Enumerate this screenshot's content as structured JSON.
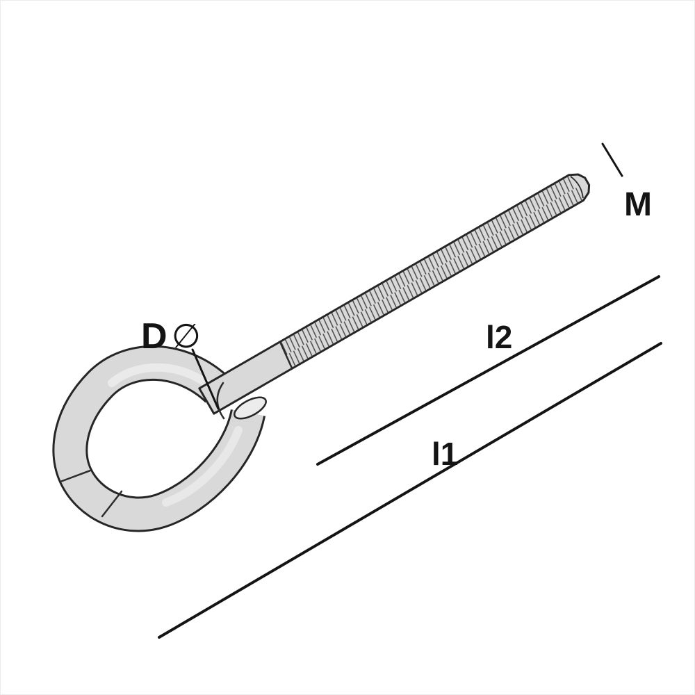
{
  "diagram": {
    "type": "technical-drawing",
    "subject": "eye bolt (screw eye) with metric threaded shaft",
    "labels": {
      "thread_size": "M",
      "diameter_letter": "D",
      "diameter_symbol": "∅",
      "total_length": "l1",
      "thread_length": "l2"
    },
    "colors": {
      "background": "#ffffff",
      "outline": "#262626",
      "metal_fill": "#d9d9d9",
      "metal_highlight": "#ececec",
      "thread_line": "#4a4a4a",
      "dimension_line": "#141414"
    }
  }
}
